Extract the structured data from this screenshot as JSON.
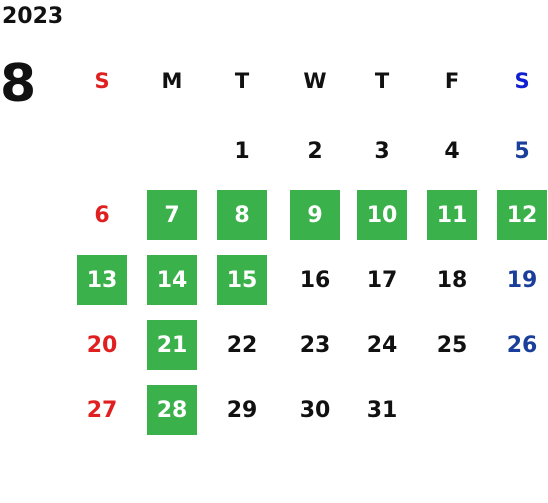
{
  "year": "2023",
  "month": "8",
  "weekdays": [
    "S",
    "M",
    "T",
    "W",
    "T",
    "F",
    "S"
  ],
  "colors": {
    "sunday": "#e02020",
    "saturday": "#1a3f9a",
    "highlight": "#3ab14b"
  },
  "first_weekday_index": 2,
  "days_in_month": 31,
  "highlighted_days": [
    7,
    8,
    9,
    10,
    11,
    12,
    13,
    14,
    15,
    21,
    28
  ]
}
